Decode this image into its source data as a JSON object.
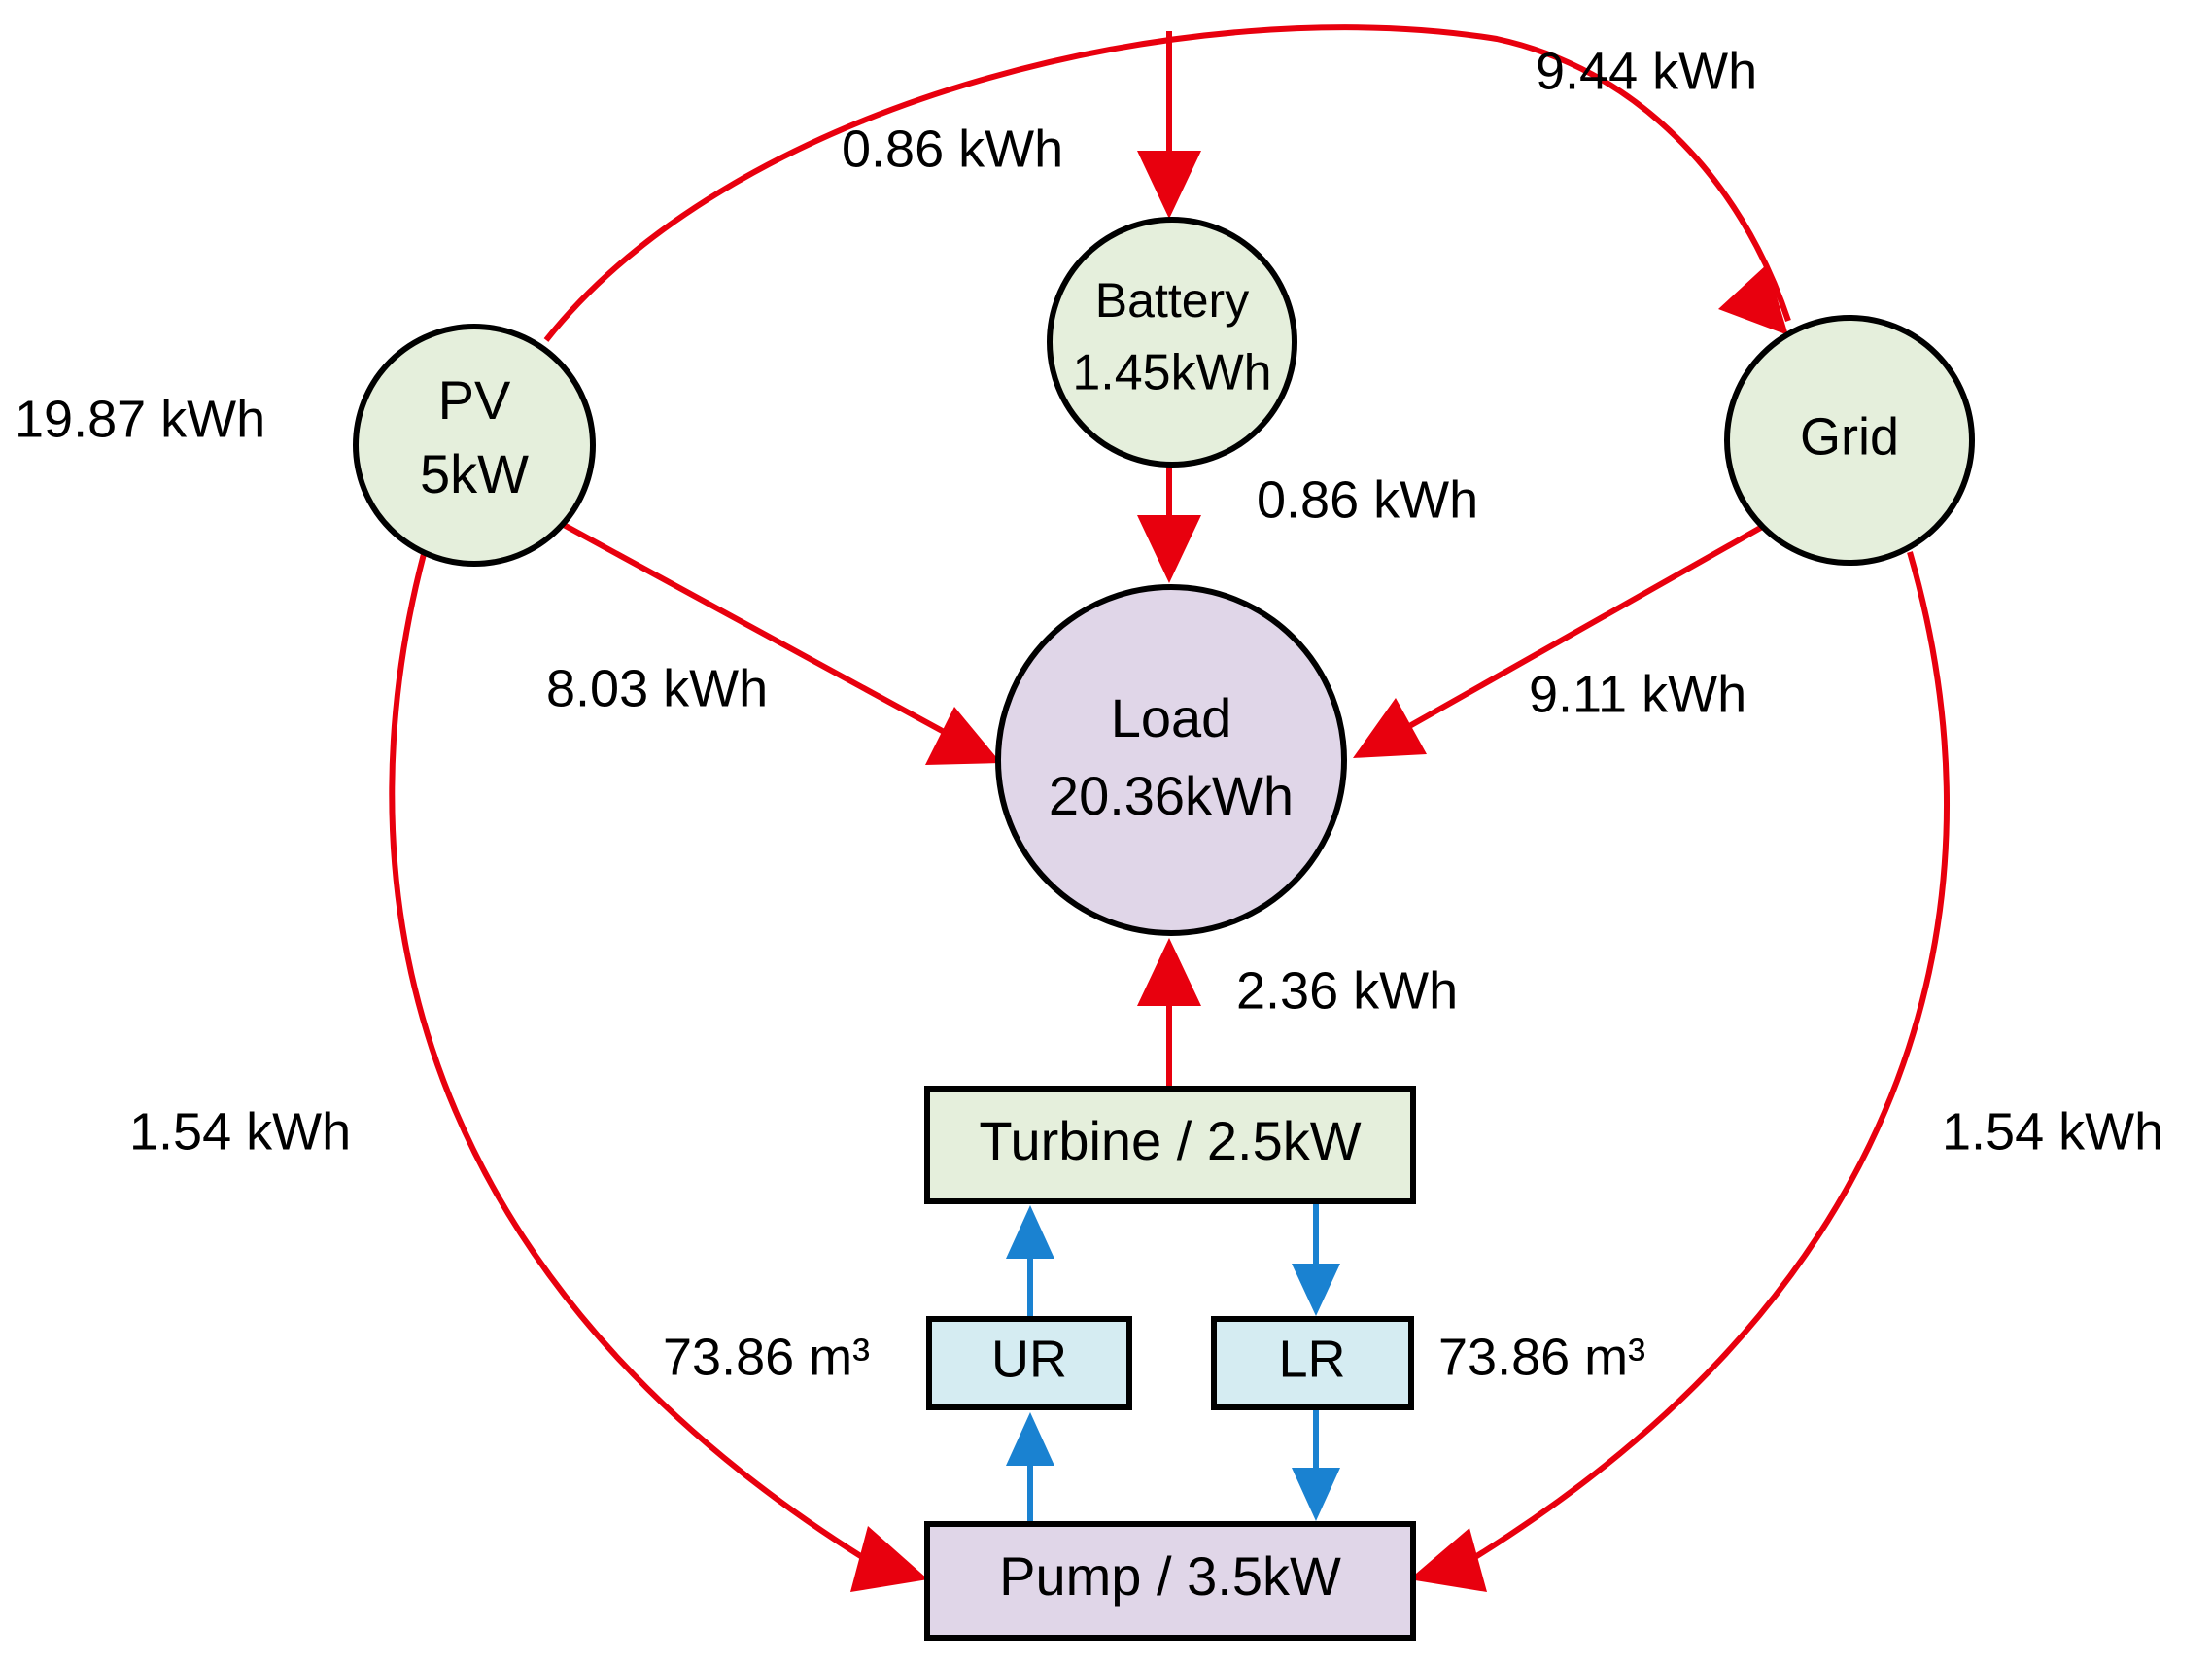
{
  "colors": {
    "energy_flow": "#e8000e",
    "water_flow": "#1a82d1",
    "source_fill": "#e5efdc",
    "load_fill": "#e0d6e8",
    "reservoir_fill": "#d5ecf2",
    "outline": "#000000"
  },
  "nodes": {
    "pv": {
      "line1": "PV",
      "line2": "5kW"
    },
    "battery": {
      "line1": "Battery",
      "line2": "1.45kWh"
    },
    "grid": {
      "line1": "Grid"
    },
    "load": {
      "line1": "Load",
      "line2": "20.36kWh"
    },
    "turbine": {
      "label": "Turbine / 2.5kW"
    },
    "upper_reservoir": {
      "label": "UR"
    },
    "lower_reservoir": {
      "label": "LR"
    },
    "pump": {
      "label": "Pump / 3.5kW"
    }
  },
  "flows": {
    "pv_total": "19.87 kWh",
    "pv_to_battery": "0.86 kWh",
    "pv_to_grid": "9.44 kWh",
    "battery_to_load": "0.86 kWh",
    "pv_to_load": "8.03 kWh",
    "grid_to_load": "9.11 kWh",
    "turbine_to_load": "2.36 kWh",
    "pv_to_pump": "1.54 kWh",
    "grid_to_pump": "1.54 kWh",
    "upper_reservoir_volume": "73.86 m³",
    "lower_reservoir_volume": "73.86 m³"
  }
}
